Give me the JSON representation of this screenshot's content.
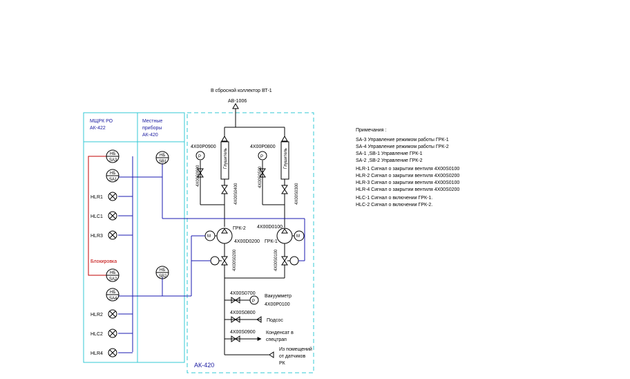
{
  "top_outlet": {
    "label": "В сбросной коллектор ВТ-1",
    "code": "АВ-1006"
  },
  "panels": {
    "left_header": [
      "МЩРК РО",
      "АК-422"
    ],
    "mid_header": [
      "Местные",
      "приборы",
      "АК-420"
    ],
    "zone_label": "АК-420"
  },
  "switches": {
    "sa3": {
      "top": "НБ",
      "bot": "SA3"
    },
    "sa1": {
      "top": "НБ",
      "bot": "SA1"
    },
    "sb1": {
      "top": "НБ",
      "bot": "SB1"
    },
    "sa2": {
      "top": "НБ",
      "bot": "SA2"
    },
    "sa4": {
      "top": "НБ",
      "bot": "SA4"
    },
    "sb2": {
      "top": "НБ",
      "bot": "SB2"
    }
  },
  "lamps": [
    "HLR1",
    "HLC1",
    "HLR3",
    "HLR2",
    "HLC2",
    "HLR4"
  ],
  "blocking_label": "Блокировка",
  "tags": {
    "p0900": "4Х00Р0900",
    "p0800": "4Х00Р0800",
    "s0600": "4Х00S0600",
    "s0500": "4Х00S0500",
    "s0400": "4Х00S0400",
    "s0300": "4Х00S0300",
    "d0100": "4Х00D0100",
    "d0200": "4Х00D0200",
    "s0200": "4Х00S0200",
    "s0100": "4Х00S0100",
    "s0700": "4Х00S0700",
    "p0100": "4Х00Р0100",
    "s0800": "4Х00S0800",
    "s0900": "4Х00S0900"
  },
  "muffler": "Глушитель",
  "pumps": {
    "grk1": "ГРК-1",
    "grk2": "ГРК-2"
  },
  "gauge": "P",
  "motor": "М",
  "outlets": {
    "vacuum": "Вакуумметр",
    "podsos": "Подсос",
    "condensate": [
      "Конденсат в",
      "спецтрап"
    ],
    "room": [
      "Из помещений",
      "от датчиков",
      "РК"
    ]
  },
  "notes": {
    "title": "Примечания :",
    "lines": [
      "SA-3  Управление режимом работы ГРК-1",
      "SA-4  Управление режимом работы ГРК-2",
      "SA-1 ,SB-1  Управление ГРК-1",
      "SA-2 ,SB-2  Управление ГРК-2",
      "HLR-1  Сигнал о закрытии вентиля 4Х00S0100",
      "HLR-2  Сигнал о закрытии вентиля 4Х00S0200",
      "HLR-3  Сигнал о закрытии вентиля 4Х00S0100",
      "HLR-4  Сигнал о закрытии вентиля 4Х00S0200",
      "HLC-1  Сигнал о включении ГРК-1.",
      "HLC-2  Сигнал о включении ГРК-2."
    ]
  }
}
